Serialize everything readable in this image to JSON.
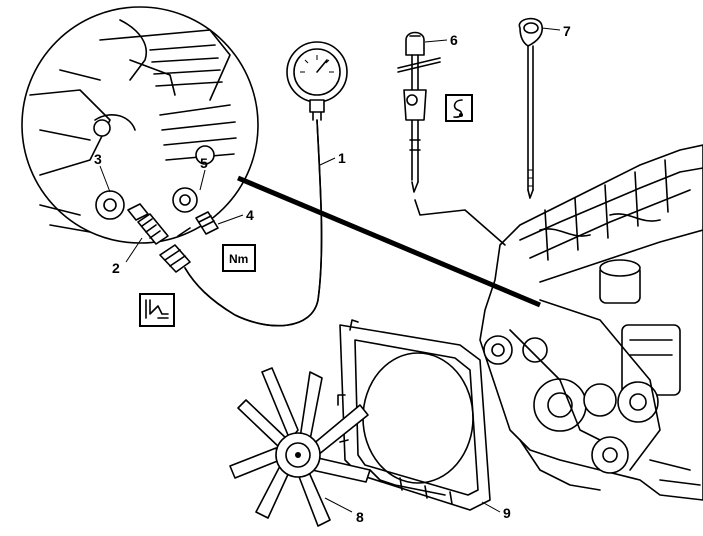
{
  "callouts": {
    "c1": "1",
    "c2": "2",
    "c3": "3",
    "c4": "4",
    "c5": "5",
    "c6": "6",
    "c7": "7",
    "c8": "8",
    "c9": "9"
  },
  "badges": {
    "torque": "Nm"
  },
  "icons": {
    "special_tool": "special-tool-symbol-icon",
    "oil_pressure": "oil-pressure-tester-symbol-icon"
  },
  "colors": {
    "line": "#000000",
    "background": "#ffffff"
  }
}
